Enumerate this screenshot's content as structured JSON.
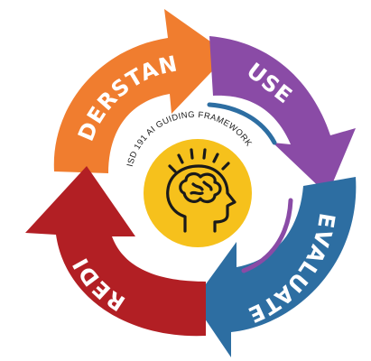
{
  "framework_title": "ISD 191 AI GUIDING FRAMEWORK",
  "center_icon": "brain-head-icon",
  "steps": [
    {
      "label": "UNDERSTAND",
      "color": "#F07D2F"
    },
    {
      "label": "USE",
      "color": "#8A4BA6"
    },
    {
      "label": "EVALUATE",
      "color": "#2D6EA2"
    },
    {
      "label": "CREDIT",
      "color": "#B21F24"
    }
  ],
  "colors": {
    "center_circle": "#F6C11C",
    "icon_stroke": "#1a1a1a",
    "inner_accent_blue": "#2D6EA2",
    "inner_accent_purple": "#8A4BA6"
  }
}
